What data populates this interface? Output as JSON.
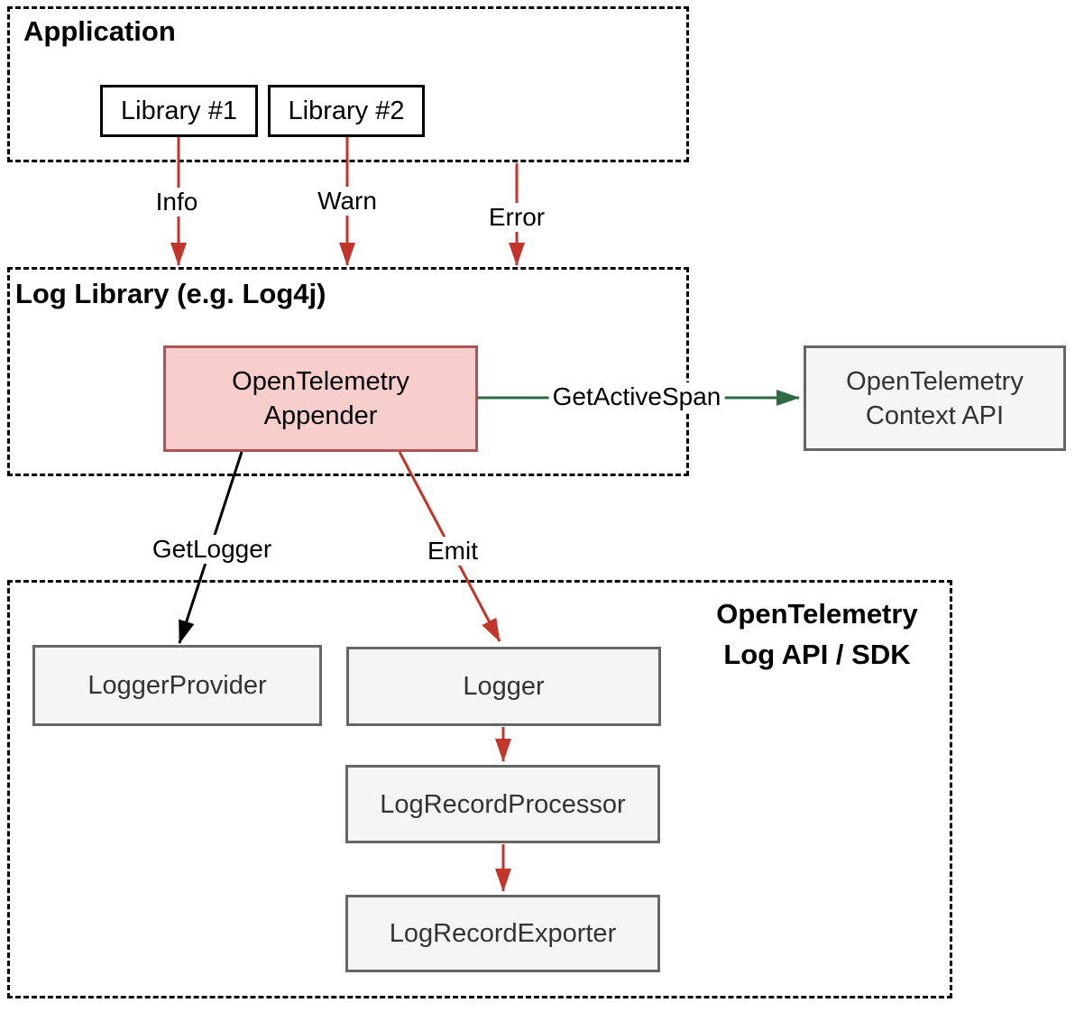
{
  "diagram": {
    "containers": {
      "application": {
        "title": "Application"
      },
      "log_library": {
        "title": "Log Library (e.g. Log4j)"
      },
      "otel_sdk": {
        "title_line1": "OpenTelemetry",
        "title_line2": "Log API / SDK"
      }
    },
    "nodes": {
      "library1": {
        "label": "Library #1"
      },
      "library2": {
        "label": "Library #2"
      },
      "appender": {
        "line1": "OpenTelemetry",
        "line2": "Appender"
      },
      "context_api": {
        "line1": "OpenTelemetry",
        "line2": "Context API"
      },
      "logger_provider": {
        "label": "LoggerProvider"
      },
      "logger": {
        "label": "Logger"
      },
      "log_record_processor": {
        "label": "LogRecordProcessor"
      },
      "log_record_exporter": {
        "label": "LogRecordExporter"
      }
    },
    "edges": {
      "info": {
        "label": "Info",
        "color": "#c1352b"
      },
      "warn": {
        "label": "Warn",
        "color": "#c1352b"
      },
      "error": {
        "label": "Error",
        "color": "#c1352b"
      },
      "get_active_span": {
        "label": "GetActiveSpan",
        "color": "#2e6b44"
      },
      "get_logger": {
        "label": "GetLogger",
        "color": "#000000"
      },
      "emit": {
        "label": "Emit",
        "color": "#c1352b"
      },
      "logger_to_processor": {
        "color": "#c1352b"
      },
      "processor_to_exporter": {
        "color": "#c1352b"
      }
    },
    "colors": {
      "arrow_red": "#c1352b",
      "arrow_green": "#2e6b44",
      "arrow_black": "#000000",
      "appender_fill": "#f8cecc",
      "appender_border": "#ad5353",
      "gray_fill": "#f5f5f5",
      "gray_border": "#666666",
      "gray_text": "#333333",
      "dashed_border": "#000000"
    }
  }
}
